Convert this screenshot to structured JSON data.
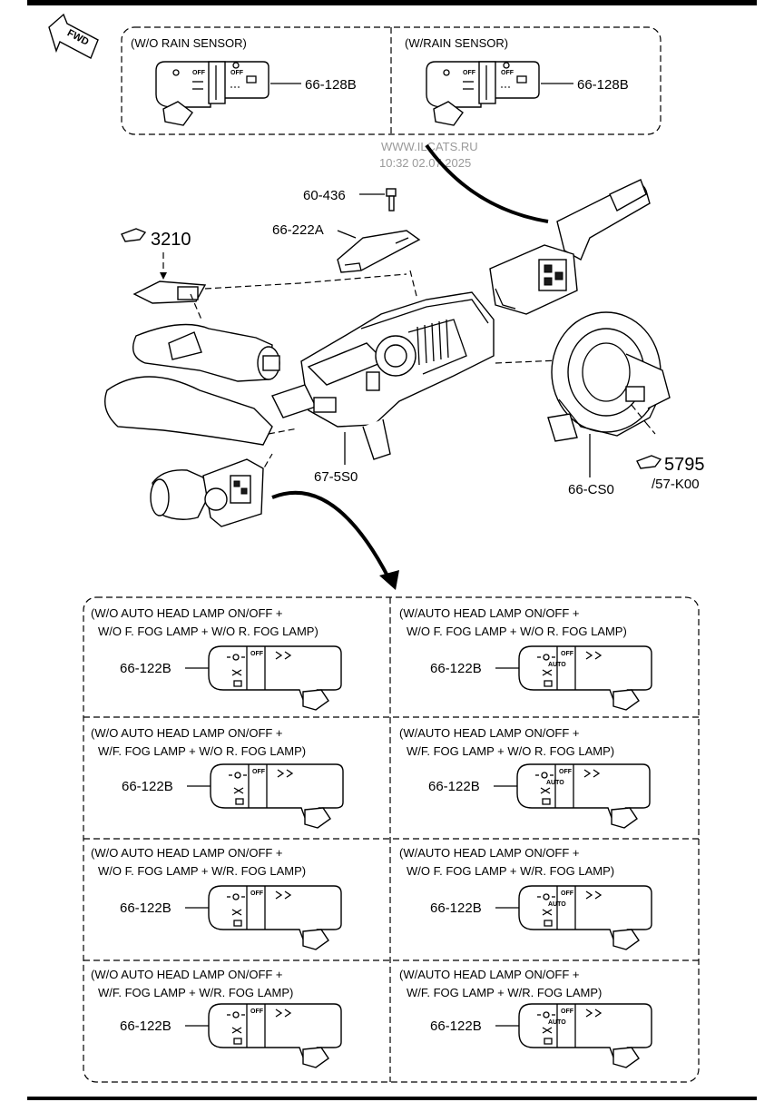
{
  "watermark": {
    "site": "WWW.ILCATS.RU",
    "datetime": "10:32 02.07.2025"
  },
  "direction": {
    "label": "FWD"
  },
  "wiper_box": {
    "left": {
      "caption": "(W/O RAIN SENSOR)",
      "part": "66-128B"
    },
    "right": {
      "caption": "(W/RAIN SENSOR)",
      "part": "66-128B"
    }
  },
  "callouts": {
    "bolt": "60-436",
    "cover": "66-222A",
    "ref_left": "3210",
    "column": "67-5S0",
    "clock_spring": "66-CS0",
    "ref_right_top": "5795",
    "ref_right_bottom": "/57-K00"
  },
  "lamp_box": {
    "cells": [
      {
        "line1": "(W/O AUTO HEAD LAMP ON/OFF +",
        "line2": "W/O F. FOG LAMP + W/O R. FOG LAMP)",
        "part": "66-122B"
      },
      {
        "line1": "(W/AUTO HEAD LAMP ON/OFF +",
        "line2": "W/O F. FOG LAMP + W/O R. FOG LAMP)",
        "part": "66-122B"
      },
      {
        "line1": "(W/O AUTO HEAD LAMP ON/OFF +",
        "line2": "W/F. FOG LAMP + W/O R. FOG LAMP)",
        "part": "66-122B"
      },
      {
        "line1": "(W/AUTO HEAD LAMP ON/OFF +",
        "line2": "W/F. FOG LAMP + W/O R. FOG LAMP)",
        "part": "66-122B"
      },
      {
        "line1": "(W/O AUTO HEAD LAMP ON/OFF +",
        "line2": "W/O F. FOG LAMP + W/R. FOG LAMP)",
        "part": "66-122B"
      },
      {
        "line1": "(W/AUTO HEAD LAMP ON/OFF +",
        "line2": "W/O F. FOG LAMP  + W/R. FOG LAMP)",
        "part": "66-122B"
      },
      {
        "line1": "(W/O AUTO HEAD LAMP ON/OFF +",
        "line2": "W/F. FOG LAMP + W/R. FOG LAMP)",
        "part": "66-122B"
      },
      {
        "line1": "(W/AUTO HEAD LAMP ON/OFF +",
        "line2": "W/F. FOG LAMP + W/R. FOG LAMP)",
        "part": "66-122B"
      }
    ]
  },
  "switch_marks": {
    "off": "OFF",
    "auto": "AUTO"
  }
}
